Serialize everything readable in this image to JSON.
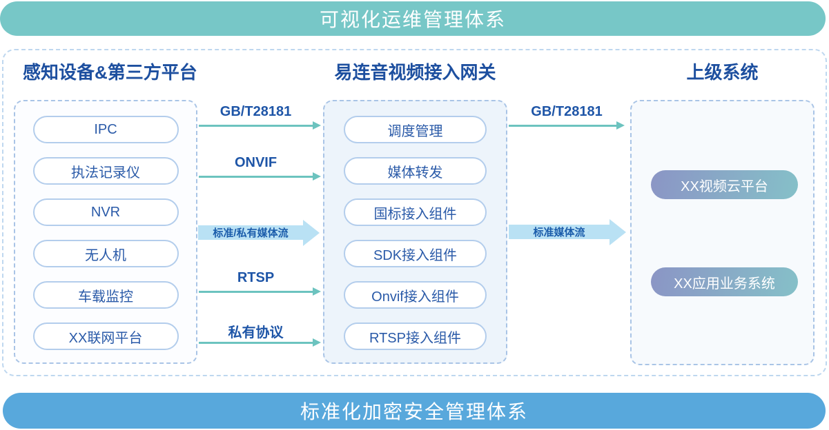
{
  "banners": {
    "top": {
      "label": "可视化运维管理体系"
    },
    "bottom": {
      "label": "标准化加密安全管理体系"
    }
  },
  "columns": {
    "left": {
      "title": "感知设备&第三方平台",
      "items": [
        "IPC",
        "执法记录仪",
        "NVR",
        "无人机",
        "车载监控",
        "XX联网平台"
      ]
    },
    "middle": {
      "title": "易连音视频接入网关",
      "items": [
        "调度管理",
        "媒体转发",
        "国标接入组件",
        "SDK接入组件",
        "Onvif接入组件",
        "RTSP接入组件"
      ]
    },
    "right": {
      "title": "上级系统",
      "items": [
        "XX视频云平台",
        "XX应用业务系统"
      ]
    }
  },
  "arrows": {
    "left_to_middle": [
      {
        "label": "GB/T28181",
        "type": "thin"
      },
      {
        "label": "ONVIF",
        "type": "thin"
      },
      {
        "label": "标准/私有媒体流",
        "type": "thick"
      },
      {
        "label": "RTSP",
        "type": "thin"
      },
      {
        "label": "私有协议",
        "type": "thin"
      }
    ],
    "middle_to_right": [
      {
        "label": "GB/T28181",
        "type": "thin"
      },
      {
        "label": "标准媒体流",
        "type": "thick"
      }
    ]
  },
  "colors": {
    "top_banner": "#77c7c7",
    "bottom_banner": "#58a8dc",
    "title_text": "#1d4f9f",
    "pill_text": "#2a5aa8",
    "pill_border": "#b3cdec",
    "dashed_border": "#a9c4e6",
    "thin_arrow": "#6cc3bf",
    "thick_arrow": "#b9e1f4",
    "gradient_pill_start": "#8b95c5",
    "gradient_pill_end": "#85c0c8"
  }
}
